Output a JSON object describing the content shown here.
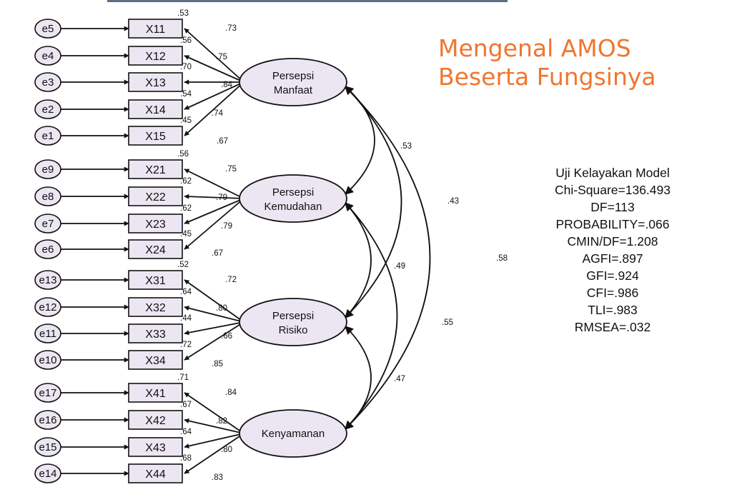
{
  "headline": {
    "line1": "Mengenal AMOS",
    "line2": "Beserta Fungsinya"
  },
  "colors": {
    "headline": "#f0762f",
    "latent_fill": "#ece6f2",
    "box_fill": "#ece6f2",
    "error_fill": "#ece6f2",
    "stroke": "#111111"
  },
  "fit_summary": {
    "title": "Uji Kelayakan Model",
    "chi_square": "Chi-Square=136.493",
    "df": "DF=113",
    "probability": "PROBABILITY=.066",
    "cmin_df": "CMIN/DF=1.208",
    "agfi": "AGFI=.897",
    "gfi": "GFI=.924",
    "cfi": "CFI=.986",
    "tli": "TLI=.983",
    "rmsea": "RMSEA=.032"
  },
  "model": {
    "constructs": [
      {
        "name": "persepsi-manfaat",
        "label_lines": [
          "Persepsi",
          "Manfaat"
        ],
        "indicators": [
          {
            "name": "X11",
            "error": "e5",
            "loading": ".73",
            "r2": ".53"
          },
          {
            "name": "X12",
            "error": "e4",
            "loading": ".75",
            "r2": ".56"
          },
          {
            "name": "X13",
            "error": "e3",
            "loading": ".84",
            "r2": ".70"
          },
          {
            "name": "X14",
            "error": "e2",
            "loading": ".74",
            "r2": ".54"
          },
          {
            "name": "X15",
            "error": "e1",
            "loading": ".67",
            "r2": ".45"
          }
        ]
      },
      {
        "name": "persepsi-kemudahan",
        "label_lines": [
          "Persepsi",
          "Kemudahan"
        ],
        "indicators": [
          {
            "name": "X21",
            "error": "e9",
            "loading": ".75",
            "r2": ".56"
          },
          {
            "name": "X22",
            "error": "e8",
            "loading": ".79",
            "r2": ".62"
          },
          {
            "name": "X23",
            "error": "e7",
            "loading": ".79",
            "r2": ".62"
          },
          {
            "name": "X24",
            "error": "e6",
            "loading": ".67",
            "r2": ".45"
          }
        ]
      },
      {
        "name": "persepsi-risiko",
        "label_lines": [
          "Persepsi",
          "Risiko"
        ],
        "indicators": [
          {
            "name": "X31",
            "error": "e13",
            "loading": ".72",
            "r2": ".52"
          },
          {
            "name": "X32",
            "error": "e12",
            "loading": ".80",
            "r2": ".64"
          },
          {
            "name": "X33",
            "error": "e11",
            "loading": ".66",
            "r2": ".44"
          },
          {
            "name": "X34",
            "error": "e10",
            "loading": ".85",
            "r2": ".72"
          }
        ]
      },
      {
        "name": "kenyamanan",
        "label_lines": [
          "Kenyamanan"
        ],
        "indicators": [
          {
            "name": "X41",
            "error": "e17",
            "loading": ".84",
            "r2": ".71"
          },
          {
            "name": "X42",
            "error": "e16",
            "loading": ".82",
            "r2": ".67"
          },
          {
            "name": "X43",
            "error": "e15",
            "loading": ".80",
            "r2": ".64"
          },
          {
            "name": "X44",
            "error": "e14",
            "loading": ".83",
            "r2": ".68"
          }
        ]
      }
    ],
    "correlations": [
      {
        "from": 0,
        "to": 1,
        "value": ".53"
      },
      {
        "from": 0,
        "to": 2,
        "value": ".43"
      },
      {
        "from": 0,
        "to": 3,
        "value": ".58"
      },
      {
        "from": 1,
        "to": 2,
        "value": ".49"
      },
      {
        "from": 1,
        "to": 3,
        "value": ".55"
      },
      {
        "from": 2,
        "to": 3,
        "value": ".47"
      }
    ]
  }
}
